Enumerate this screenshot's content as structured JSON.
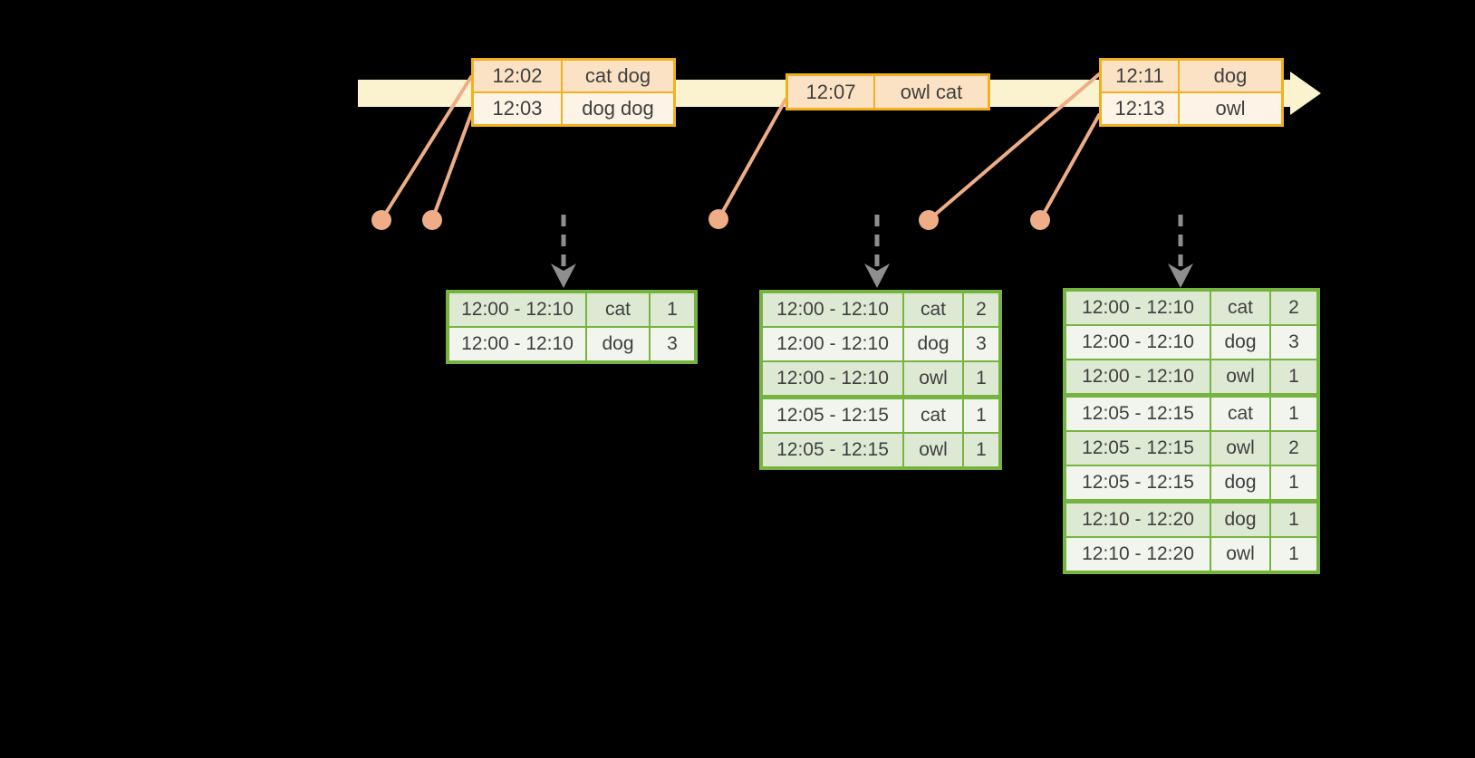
{
  "colors": {
    "band": "#FBF2CF",
    "gold": "#F2B01E",
    "peach": "#FBE2C4",
    "cream": "#FDF4E7",
    "orange": "#EEAD86",
    "green": "#77B43F",
    "green-row-a": "#DEE9D4",
    "green-row-b": "#F1F5ED",
    "arrow-gray": "#8E8E8E",
    "ink": "#3F3F3F"
  },
  "timeline": {
    "event_batches": [
      {
        "rows": [
          {
            "time": "12:02",
            "words": "cat dog"
          },
          {
            "time": "12:03",
            "words": "dog dog"
          }
        ]
      },
      {
        "rows": [
          {
            "time": "12:07",
            "words": "owl cat"
          }
        ]
      },
      {
        "rows": [
          {
            "time": "12:11",
            "words": "dog"
          },
          {
            "time": "12:13",
            "words": "owl"
          }
        ]
      }
    ]
  },
  "result_tables": [
    {
      "rows": [
        {
          "window": "12:00 - 12:10",
          "word": "cat",
          "count": "1"
        },
        {
          "window": "12:00 - 12:10",
          "word": "dog",
          "count": "3"
        }
      ]
    },
    {
      "rows": [
        {
          "window": "12:00 - 12:10",
          "word": "cat",
          "count": "2"
        },
        {
          "window": "12:00 - 12:10",
          "word": "dog",
          "count": "3"
        },
        {
          "window": "12:00 - 12:10",
          "word": "owl",
          "count": "1"
        },
        {
          "window": "12:05 - 12:15",
          "word": "cat",
          "count": "1"
        },
        {
          "window": "12:05 - 12:15",
          "word": "owl",
          "count": "1"
        }
      ]
    },
    {
      "rows": [
        {
          "window": "12:00 - 12:10",
          "word": "cat",
          "count": "2"
        },
        {
          "window": "12:00 - 12:10",
          "word": "dog",
          "count": "3"
        },
        {
          "window": "12:00 - 12:10",
          "word": "owl",
          "count": "1"
        },
        {
          "window": "12:05 - 12:15",
          "word": "cat",
          "count": "1"
        },
        {
          "window": "12:05 - 12:15",
          "word": "owl",
          "count": "2"
        },
        {
          "window": "12:05 - 12:15",
          "word": "dog",
          "count": "1"
        },
        {
          "window": "12:10 - 12:20",
          "word": "dog",
          "count": "1"
        },
        {
          "window": "12:10 - 12:20",
          "word": "owl",
          "count": "1"
        }
      ]
    }
  ]
}
